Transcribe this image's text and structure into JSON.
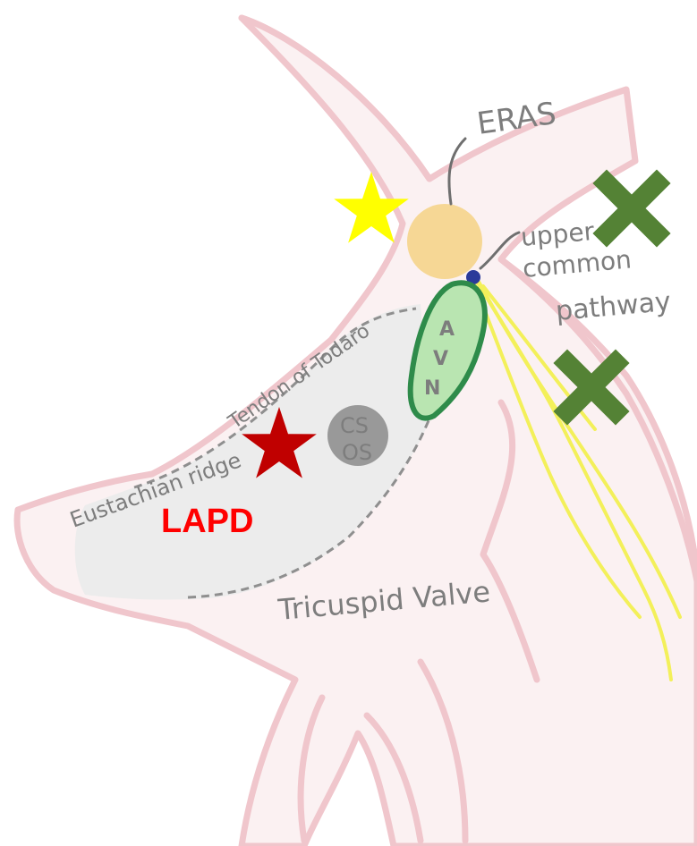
{
  "labels": {
    "eras": "ERAS",
    "upper_line1": "upper",
    "upper_line2": "common",
    "upper_line3": "pathway",
    "avn_letters": [
      "A",
      "V",
      "N"
    ],
    "cs_line1": "CS",
    "cs_line2": "OS",
    "tendon": "Tendon of Todaro",
    "eustachian": "Eustachian ridge",
    "tricuspid": "Tricuspid Valve",
    "lapd": "LAPD"
  },
  "markers": {
    "yellow_star": {
      "shape": "star",
      "color": "#ffff00"
    },
    "red_star": {
      "shape": "star",
      "color": "#c00000"
    },
    "cross_upper": {
      "shape": "x-cross",
      "color": "#548235"
    },
    "cross_lower": {
      "shape": "x-cross",
      "color": "#548235"
    }
  },
  "colors": {
    "tissue_outline": "#f0c6cc",
    "tissue_fill": "#fbf1f2",
    "triangle_fill": "#ececec",
    "dashed_line": "#8f8f8f",
    "eras_fill": "#f6d795",
    "avn_fill": "#b9e5b1",
    "avn_outline": "#2e8b4a",
    "cs_fill": "#999999",
    "his_bundle": "#f3f05a",
    "pathway_dot": "#2a3a9a",
    "lapd_text": "#ff0000"
  }
}
